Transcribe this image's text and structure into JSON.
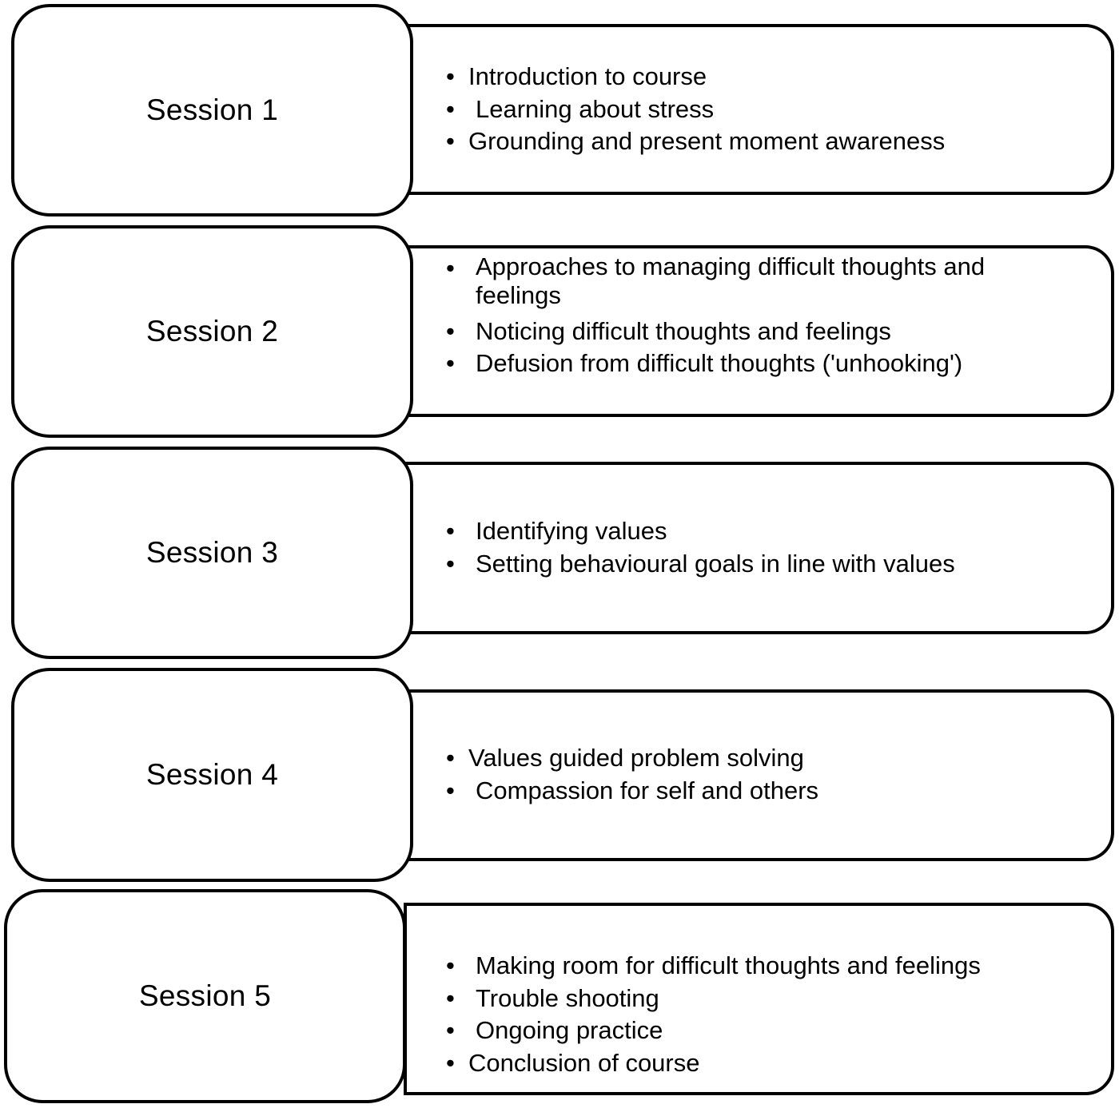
{
  "sessions": [
    {
      "label": "Session 1",
      "items": [
        "Introduction to course",
        "Learning about stress",
        "Grounding and present moment awareness"
      ]
    },
    {
      "label": "Session 2",
      "items": [
        "Approaches to managing difficult thoughts and feelings",
        "Noticing difficult thoughts and feelings",
        "Defusion from difficult thoughts ('unhooking')"
      ]
    },
    {
      "label": "Session 3",
      "items": [
        "Identifying values",
        "Setting behavioural goals in line with values"
      ]
    },
    {
      "label": "Session 4",
      "items": [
        "Values guided problem solving",
        "Compassion for self and others"
      ]
    },
    {
      "label": "Session 5",
      "items": [
        "Making room for difficult thoughts and feelings",
        "Trouble shooting",
        "Ongoing practice",
        "Conclusion of course"
      ]
    }
  ],
  "bullet_glyph": "•"
}
